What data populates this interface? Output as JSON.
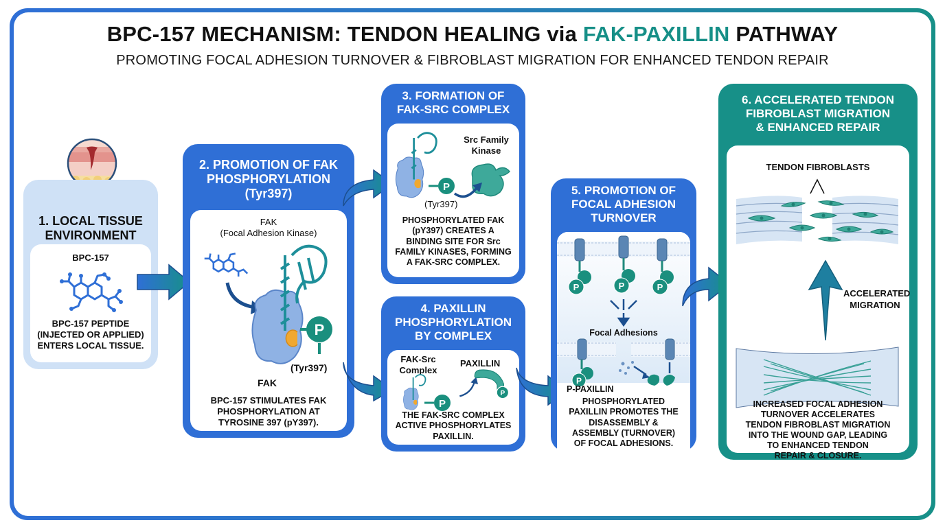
{
  "header": {
    "title_part1": "BPC-157 MECHANISM: TENDON HEALING via ",
    "title_accent": "FAK-PAXILLIN",
    "title_part2": " PATHWAY",
    "subtitle": "PROMOTING FOCAL ADHESION TURNOVER & FIBROBLAST MIGRATION FOR ENHANCED TENDON REPAIR"
  },
  "colors": {
    "primary_blue": "#2f6fd6",
    "teal": "#179088",
    "light_blue": "#cfe1f6",
    "phospho_green": "#1a8f7e",
    "tyrosine_orange": "#f0a830"
  },
  "steps": [
    {
      "id": 1,
      "title": "1. LOCAL TISSUE ENVIRONMENT",
      "title_lines": [
        "1. LOCAL TISSUE",
        "ENVIRONMENT"
      ],
      "labels": {
        "molecule": "BPC-157"
      },
      "icons": [
        "wound-tissue-icon",
        "peptide-molecule-icon"
      ],
      "description_lines": [
        "BPC-157 PEPTIDE",
        "(INJECTED OR APPLIED)",
        "ENTERS LOCAL TISSUE."
      ]
    },
    {
      "id": 2,
      "title_lines": [
        "2. PROMOTION OF FAK",
        "PHOSPHORYLATION",
        "(Tyr397)"
      ],
      "labels": {
        "protein_name": "FAK",
        "protein_full": "(Focal Adhesion Kinase)",
        "site": "(Tyr397)",
        "protein": "FAK",
        "phospho": "P"
      },
      "icons": [
        "peptide-molecule-icon",
        "fak-protein-icon",
        "phosphate-icon"
      ],
      "description_lines": [
        "BPC-157 STIMULATES FAK",
        "PHOSPHORYLATION AT",
        "TYROSINE 397 (pY397)."
      ]
    },
    {
      "id": 3,
      "title_lines": [
        "3. FORMATION OF",
        "FAK-SRC COMPLEX"
      ],
      "labels": {
        "kinase": "Src Family",
        "kinase2": "Kinase",
        "site": "(Tyr397)",
        "phospho": "P"
      },
      "icons": [
        "fak-protein-icon",
        "src-kinase-icon",
        "phosphate-icon"
      ],
      "description_lines": [
        "PHOSPHORYLATED FAK",
        "(pY397) CREATES A",
        "BINDING SITE FOR Src",
        "FAMILY KINASES, FORMING",
        "A FAK-SRC COMPLEX."
      ]
    },
    {
      "id": 4,
      "title_lines": [
        "4. PAXILLIN",
        "PHOSPHORYLATION",
        "BY COMPLEX"
      ],
      "labels": {
        "complex": "FAK-Src",
        "complex2": "Complex",
        "substrate": "PAXILLIN",
        "phospho": "P"
      },
      "icons": [
        "fak-src-complex-icon",
        "paxillin-icon",
        "phosphate-icon"
      ],
      "description_lines": [
        "THE FAK-SRC COMPLEX",
        "ACTIVE PHOSPHORYLATES",
        "PAXILLIN."
      ]
    },
    {
      "id": 5,
      "title_lines": [
        "5. PROMOTION OF",
        "FOCAL ADHESION",
        "TURNOVER"
      ],
      "labels": {
        "adhesions": "Focal Adhesions",
        "p_paxillin": "P-PAXILLIN",
        "phospho": "P"
      },
      "icons": [
        "cell-membrane-icon",
        "integrin-icon",
        "phosphate-icon"
      ],
      "description_lines": [
        "PHOSPHORYLATED",
        "PAXILLIN PROMOTES THE",
        "DISASSEMBLY &",
        "ASSEMBLY (TURNOVER)",
        "OF FOCAL ADHESIONS."
      ]
    },
    {
      "id": 6,
      "title_lines": [
        "6. ACCELERATED TENDON",
        "FIBROBLAST MIGRATION",
        "& ENHANCED REPAIR"
      ],
      "labels": {
        "cells": "TENDON FIBROBLASTS",
        "migration1": "ACCELERATED",
        "migration2": "MIGRATION"
      },
      "icons": [
        "tendon-fibroblast-icon",
        "up-arrow-icon",
        "collagen-fibers-icon"
      ],
      "description_lines": [
        "INCREASED FOCAL ADHESION",
        "TURNOVER ACCELERATES",
        "TENDON FIBROBLAST MIGRATION",
        "INTO THE WOUND GAP, LEADING",
        "TO ENHANCED TENDON",
        "REPAIR & CLOSURE."
      ]
    }
  ]
}
